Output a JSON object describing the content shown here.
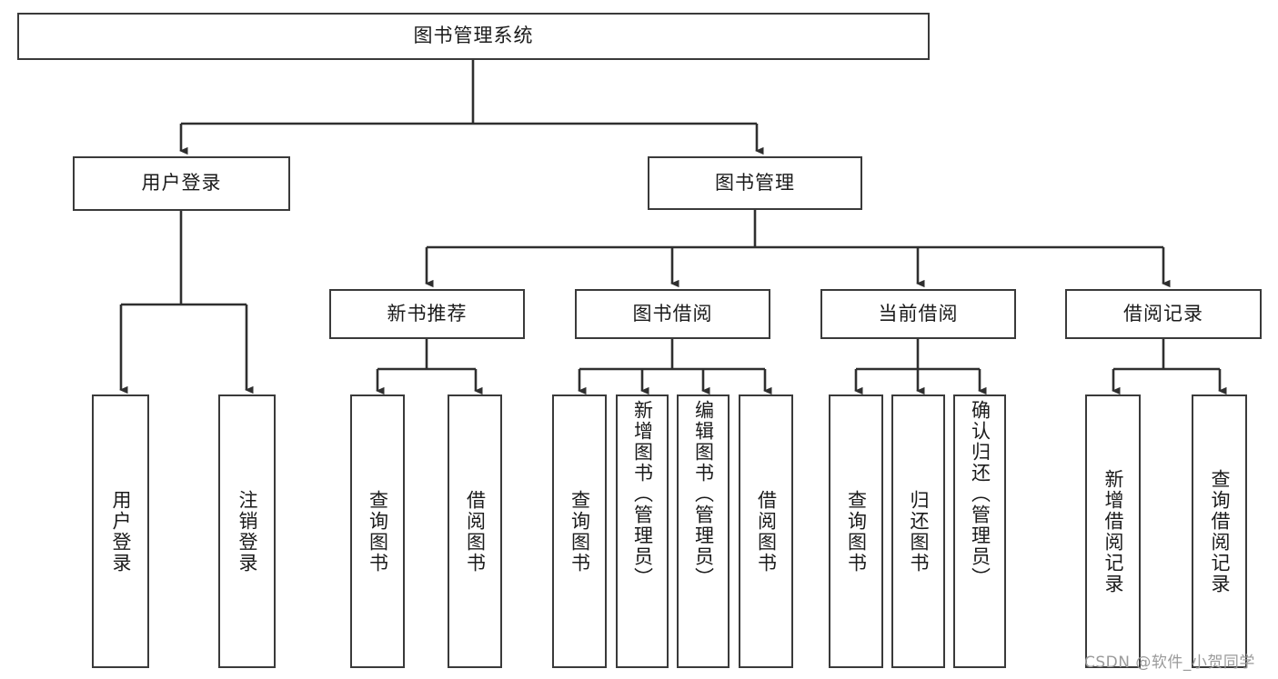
{
  "diagram": {
    "title_node": {
      "label": "图书管理系统"
    },
    "level1": [
      {
        "id": "user-login",
        "label": "用户登录"
      },
      {
        "id": "book-management",
        "label": "图书管理"
      }
    ],
    "level2": [
      {
        "id": "new-book-recommend",
        "label": "新书推荐"
      },
      {
        "id": "book-borrow",
        "label": "图书借阅"
      },
      {
        "id": "current-borrow",
        "label": "当前借阅"
      },
      {
        "id": "borrow-record",
        "label": "借阅记录"
      }
    ],
    "leaves": [
      {
        "id": "leaf-user-login",
        "label": "用户登录"
      },
      {
        "id": "leaf-logout-login",
        "label": "注销登录"
      },
      {
        "id": "leaf-query-book-1",
        "label": "查询图书"
      },
      {
        "id": "leaf-borrow-book-1",
        "label": "借阅图书"
      },
      {
        "id": "leaf-query-book-2",
        "label": "查询图书"
      },
      {
        "id": "leaf-add-book",
        "label": "新增图书（管理员）"
      },
      {
        "id": "leaf-edit-book",
        "label": "编辑图书（管理员）"
      },
      {
        "id": "leaf-borrow-book-2",
        "label": "借阅图书"
      },
      {
        "id": "leaf-query-book-3",
        "label": "查询图书"
      },
      {
        "id": "leaf-return-book",
        "label": "归还图书"
      },
      {
        "id": "leaf-confirm-return",
        "label": "确认归还（管理员）"
      },
      {
        "id": "leaf-add-borrow-record",
        "label": "新增借阅记录"
      },
      {
        "id": "leaf-query-borrow-record",
        "label": "查询借阅记录"
      }
    ],
    "watermark": "CSDN @软件_小贺同学",
    "colors": {
      "border": "#3a3a3a",
      "text": "#1b1b1b",
      "background": "#ffffff",
      "connector": "#2f2f2f",
      "watermark": "#9a9a9a"
    }
  }
}
